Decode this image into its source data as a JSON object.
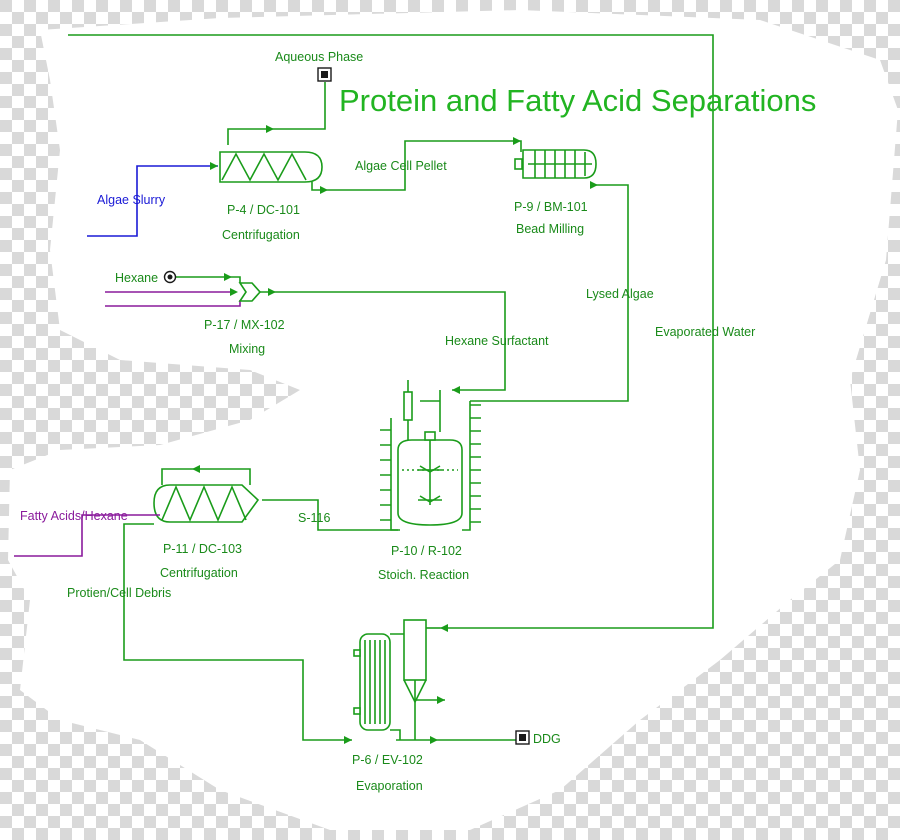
{
  "title": "Protein and Fatty Acid Separations",
  "colors": {
    "line": "#1a9c1a",
    "text": "#1a8a1a",
    "title": "#22b422",
    "blue": "#1a1ad6",
    "purple": "#8a1a9c",
    "checker": "#d0d0d0"
  },
  "units": {
    "p4": {
      "id": "P-4 / DC-101",
      "name": "Centrifugation",
      "icon": "centrifuge-icon"
    },
    "p9": {
      "id": "P-9 / BM-101",
      "name": "Bead Milling",
      "icon": "bead-mill-icon"
    },
    "p17": {
      "id": "P-17 / MX-102",
      "name": "Mixing",
      "icon": "mixer-icon"
    },
    "p10": {
      "id": "P-10 / R-102",
      "name": "Stoich. Reaction",
      "icon": "reactor-icon"
    },
    "p11": {
      "id": "P-11 / DC-103",
      "name": "Centrifugation",
      "icon": "centrifuge-icon"
    },
    "p6": {
      "id": "P-6 / EV-102",
      "name": "Evaporation",
      "icon": "evaporator-icon"
    }
  },
  "streams": {
    "aqueous": "Aqueous Phase",
    "algae_slurry": "Algae Slurry",
    "algae_cell_pellet": "Algae Cell Pellet",
    "hexane": "Hexane",
    "lysed_algae": "Lysed Algae",
    "hexane_surfactant": "Hexane Surfactant",
    "evaporated_water": "Evaporated Water",
    "fatty_acids": "Fatty Acids/Hexane",
    "s116": "S-116",
    "protein_debris": "Protien/Cell Debris",
    "ddg": "DDG"
  }
}
